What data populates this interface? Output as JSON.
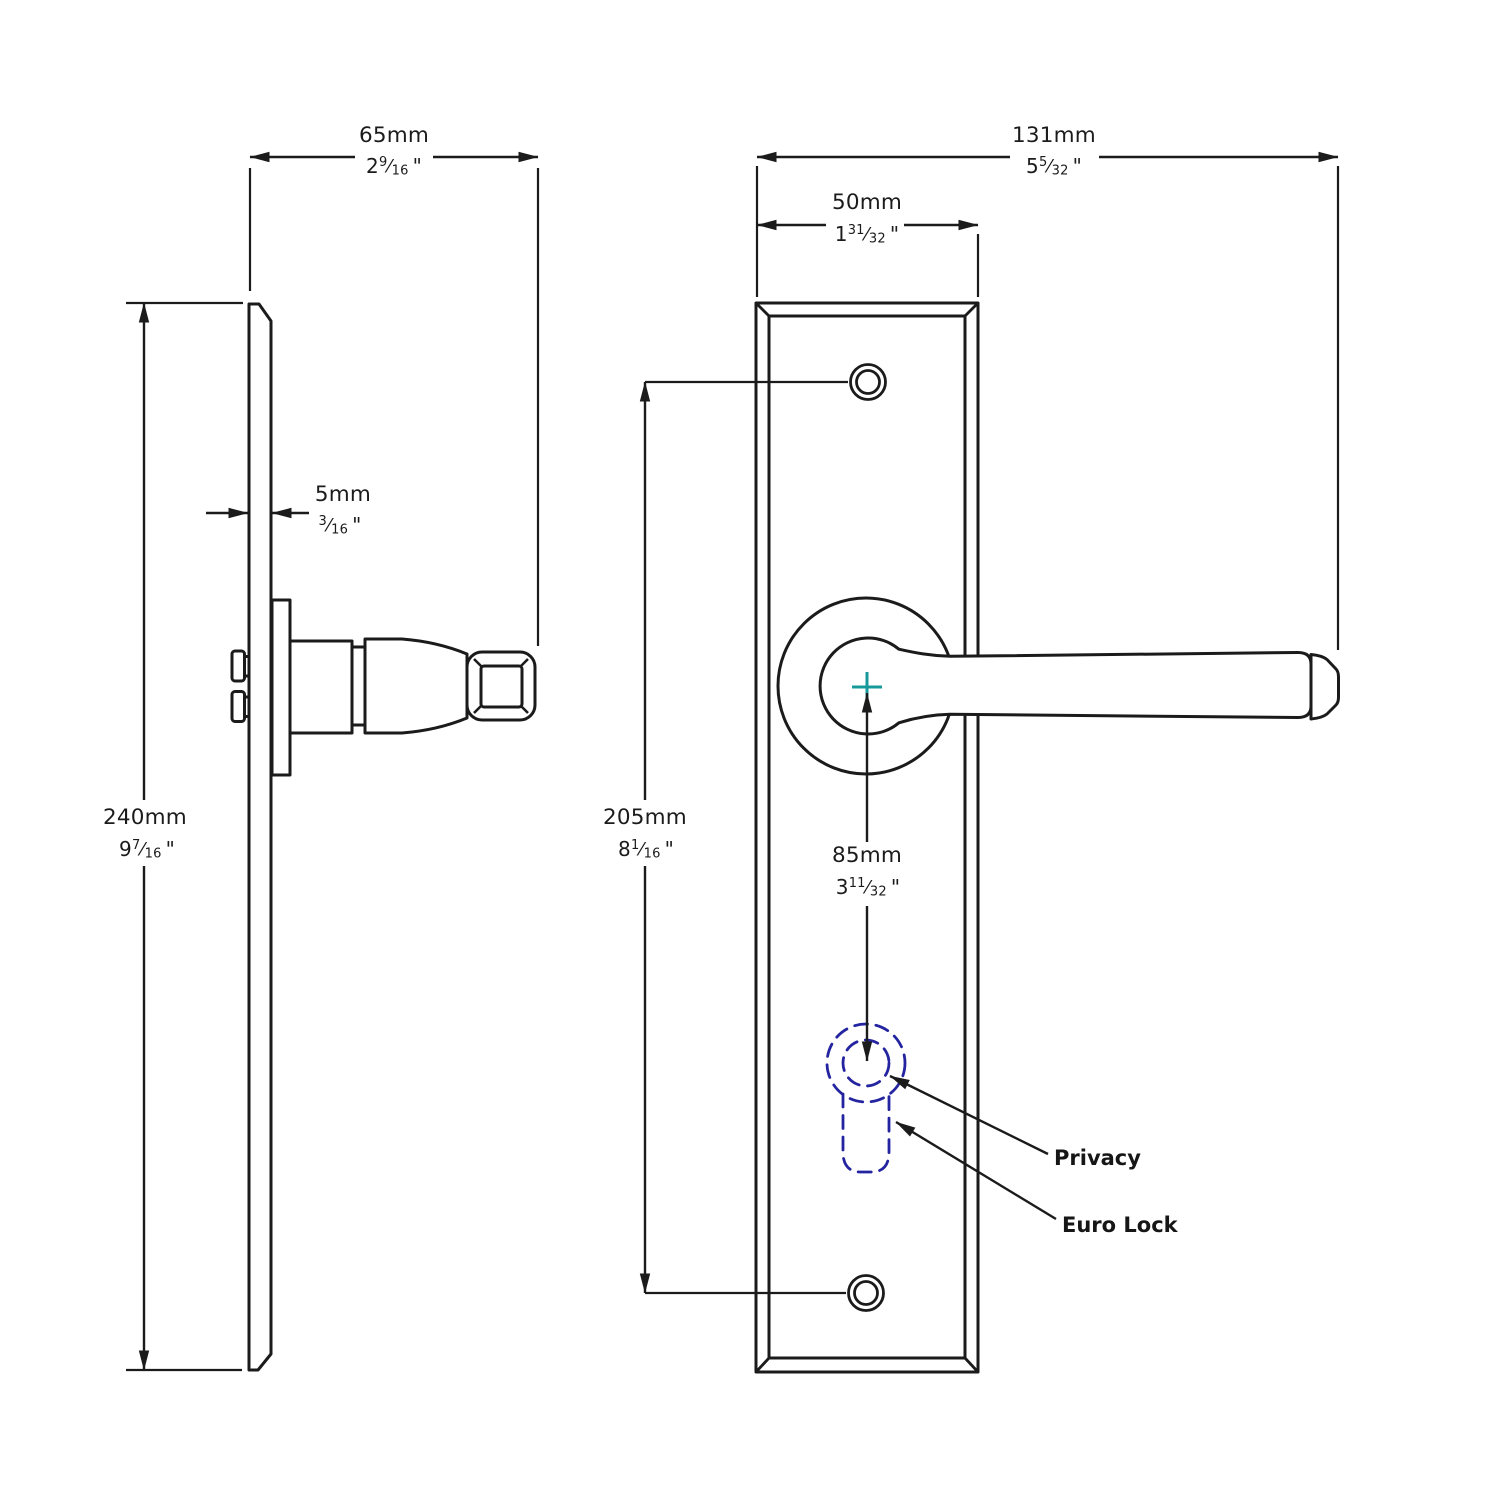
{
  "symbols": {
    "frac_slash": "⁄",
    "inch_mark": "\""
  },
  "labels": {
    "privacy": "Privacy",
    "euro_lock": "Euro Lock"
  },
  "dimensions": {
    "side_overall_depth": {
      "mm": "65mm",
      "in_whole": "2",
      "in_num": "9",
      "in_den": "16"
    },
    "plate_thickness": {
      "mm": "5mm",
      "in_whole": "",
      "in_num": "3",
      "in_den": "16"
    },
    "plate_height": {
      "mm": "240mm",
      "in_whole": "9",
      "in_num": "7",
      "in_den": "16"
    },
    "front_overall_width": {
      "mm": "131mm",
      "in_whole": "5",
      "in_num": "5",
      "in_den": "32"
    },
    "plate_width": {
      "mm": "50mm",
      "in_whole": "1",
      "in_num": "31",
      "in_den": "32"
    },
    "screw_hole_centers": {
      "mm": "205mm",
      "in_whole": "8",
      "in_num": "1",
      "in_den": "16"
    },
    "handle_to_cylinder": {
      "mm": "85mm",
      "in_whole": "3",
      "in_num": "11",
      "in_den": "32"
    }
  },
  "colors": {
    "line": "#1b1b1b",
    "cutout_dashed": "#2424a0",
    "center_mark": "#17999b",
    "background": "#ffffff"
  }
}
